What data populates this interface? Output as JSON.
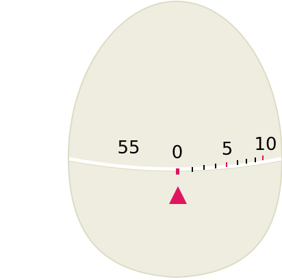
{
  "timer": {
    "dial_labels": [
      "55",
      "0",
      "5",
      "10"
    ],
    "pointer": "triangle-pointer-icon",
    "colors": {
      "body": "#EEEDE0",
      "outline": "#DCDCC4",
      "seam": "#FFFFFF",
      "tick": "#000000",
      "accent": "#E0155E"
    }
  }
}
